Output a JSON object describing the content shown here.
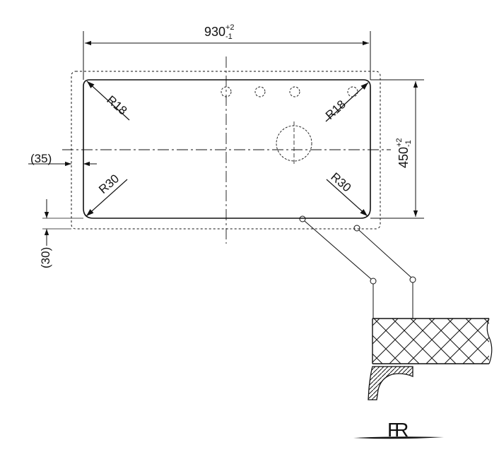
{
  "dimensions": {
    "width_value": "930",
    "width_tol_upper": "+2",
    "width_tol_lower": "-1",
    "height_value": "450",
    "height_tol_upper": "+2",
    "height_tol_lower": "-1",
    "offset_side": "(35)",
    "offset_bottom": "(30)"
  },
  "radii": {
    "top_left": "R18",
    "top_right": "R18",
    "bottom_left": "R30",
    "bottom_right": "R30"
  },
  "logo": {
    "text": "FR"
  },
  "colors": {
    "line": "#111111",
    "background": "#ffffff"
  }
}
